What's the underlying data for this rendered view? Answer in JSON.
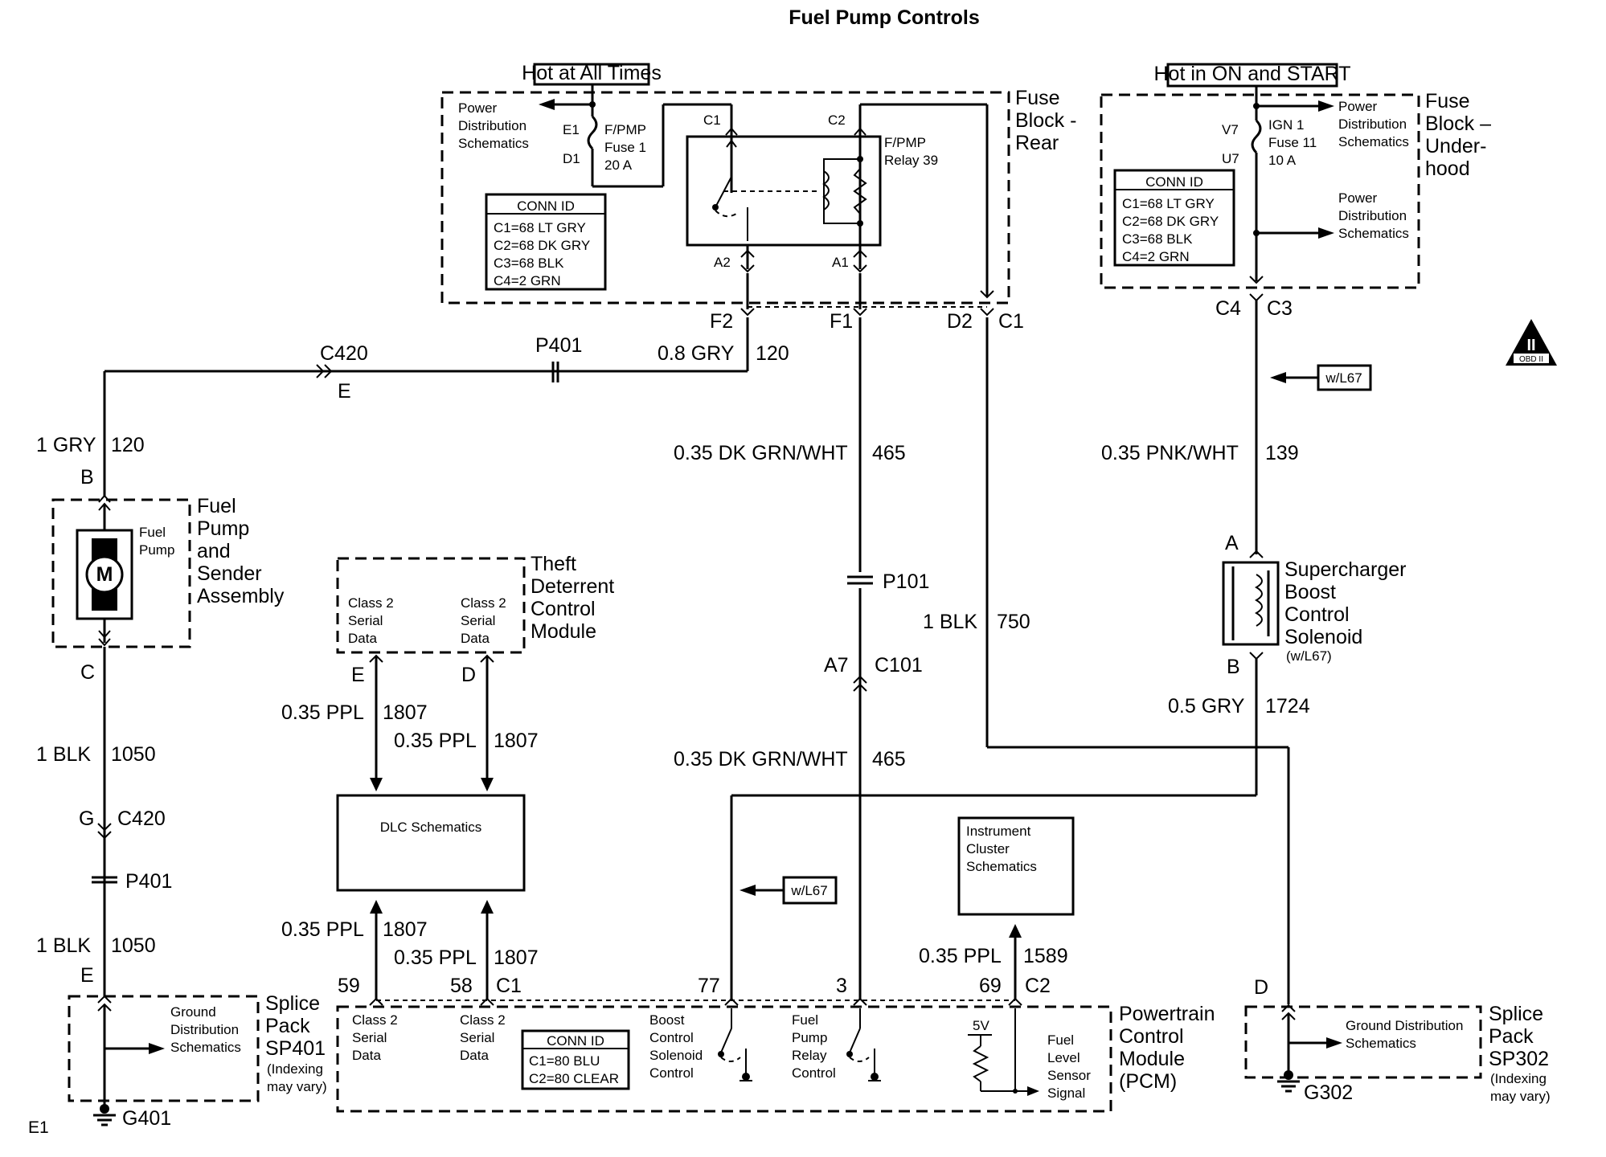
{
  "title": "Fuel Pump Controls",
  "corner_label": "E1",
  "obd_badge": "OBD II",
  "hot_labels": {
    "at_all_times": "Hot at All Times",
    "on_start": "Hot in ON and START"
  },
  "fuse_block_rear": {
    "title": [
      "Fuse",
      "Block -",
      "Rear"
    ],
    "power_dist": [
      "Power",
      "Distribution",
      "Schematics"
    ],
    "fuse_pins": [
      "E1",
      "D1"
    ],
    "fuse": [
      "F/PMP",
      "Fuse 1",
      "20 A"
    ],
    "relay": [
      "F/PMP",
      "Relay 39"
    ],
    "relay_pins": {
      "c1": "C1",
      "c2": "C2",
      "a2": "A2",
      "a1": "A1"
    },
    "conn_title": "CONN ID",
    "conn": [
      "C1=68 LT GRY",
      "C2=68 DK GRY",
      "C3=68 BLK",
      "C4=2 GRN"
    ],
    "out_pins": {
      "f2": "F2",
      "f1": "F1",
      "d2": "D2",
      "c1": "C1"
    }
  },
  "fuse_block_underhood": {
    "title": [
      "Fuse",
      "Block –",
      "Under-",
      "hood"
    ],
    "power_dist_1": [
      "Power",
      "Distribution",
      "Schematics"
    ],
    "power_dist_2": [
      "Power",
      "Distribution",
      "Schematics"
    ],
    "fuse_pins": [
      "V7",
      "U7"
    ],
    "fuse": [
      "IGN 1",
      "Fuse 11",
      "10 A"
    ],
    "conn_title": "CONN ID",
    "conn": [
      "C1=68 LT GRY",
      "C2=68 DK GRY",
      "C3=68 BLK",
      "C4=2 GRN"
    ],
    "out_pins": {
      "c4": "C4",
      "c3": "C3"
    }
  },
  "wires": {
    "w120": {
      "gauge": "0.8 GRY",
      "circuit": "120"
    },
    "w120b": {
      "gauge": "1 GRY",
      "circuit": "120"
    },
    "w465a": {
      "gauge": "0.35 DK GRN/WHT",
      "circuit": "465"
    },
    "w465b": {
      "gauge": "0.35 DK GRN/WHT",
      "circuit": "465"
    },
    "w750": {
      "gauge": "1 BLK",
      "circuit": "750"
    },
    "w139": {
      "gauge": "0.35 PNK/WHT",
      "circuit": "139"
    },
    "w1724": {
      "gauge": "0.5 GRY",
      "circuit": "1724"
    },
    "w1050a": {
      "gauge": "1 BLK",
      "circuit": "1050"
    },
    "w1050b": {
      "gauge": "1 BLK",
      "circuit": "1050"
    },
    "w1807a": {
      "gauge": "0.35 PPL",
      "circuit": "1807"
    },
    "w1807b": {
      "gauge": "0.35 PPL",
      "circuit": "1807"
    },
    "w1807c": {
      "gauge": "0.35 PPL",
      "circuit": "1807"
    },
    "w1807d": {
      "gauge": "0.35 PPL",
      "circuit": "1807"
    },
    "w1589": {
      "gauge": "0.35 PPL",
      "circuit": "1589"
    }
  },
  "connectors": {
    "c420_top": "C420",
    "c420_top_pin": "E",
    "p401_top": "P401",
    "c420_bot": "C420",
    "c420_bot_pin": "G",
    "p401_bot": "P401",
    "p101": "P101",
    "a7": "A7",
    "c101": "C101"
  },
  "fuel_pump": {
    "title": [
      "Fuel",
      "Pump",
      "and",
      "Sender",
      "Assembly"
    ],
    "inner": [
      "Fuel",
      "Pump"
    ],
    "motor": "M",
    "pin_top": "B",
    "pin_bot": "C"
  },
  "theft_module": {
    "title": [
      "Theft",
      "Deterrent",
      "Control",
      "Module"
    ],
    "left": [
      "Class 2",
      "Serial",
      "Data"
    ],
    "right": [
      "Class 2",
      "Serial",
      "Data"
    ],
    "pin_e": "E",
    "pin_d": "D"
  },
  "dlc": {
    "label": "DLC Schematics"
  },
  "instrument_cluster": {
    "label": [
      "Instrument",
      "Cluster",
      "Schematics"
    ]
  },
  "supercharger": {
    "title": [
      "Supercharger",
      "Boost",
      "Control",
      "Solenoid"
    ],
    "note": "(w/L67)",
    "pin_a": "A",
    "pin_b": "B",
    "badge": "w/L67"
  },
  "pcm": {
    "title": [
      "Powertrain",
      "Control",
      "Module",
      "(PCM)"
    ],
    "pins": {
      "p59": "59",
      "p58": "58",
      "c1": "C1",
      "p77": "77",
      "p3": "3",
      "p69": "69",
      "c2": "C2"
    },
    "left1": [
      "Class 2",
      "Serial",
      "Data"
    ],
    "left2": [
      "Class 2",
      "Serial",
      "Data"
    ],
    "conn_title": "CONN ID",
    "conn": [
      "C1=80 BLU",
      "C2=80 CLEAR"
    ],
    "boost": [
      "Boost",
      "Control",
      "Solenoid",
      "Control"
    ],
    "relay_ctrl": [
      "Fuel",
      "Pump",
      "Relay",
      "Control"
    ],
    "five_v": "5V",
    "fuel_level": [
      "Fuel",
      "Level",
      "Sensor",
      "Signal"
    ],
    "badge": "w/L67"
  },
  "splice_sp401": {
    "title": [
      "Splice",
      "Pack",
      "SP401"
    ],
    "note": [
      "(Indexing",
      "may vary)"
    ],
    "ground": [
      "Ground",
      "Distribution",
      "Schematics"
    ],
    "pin": "E",
    "gnd": "G401"
  },
  "splice_sp302": {
    "title": [
      "Splice",
      "Pack",
      "SP302"
    ],
    "note": [
      "(Indexing",
      "may vary)"
    ],
    "ground": [
      "Ground Distribution",
      "Schematics"
    ],
    "pin": "D",
    "gnd": "G302"
  }
}
